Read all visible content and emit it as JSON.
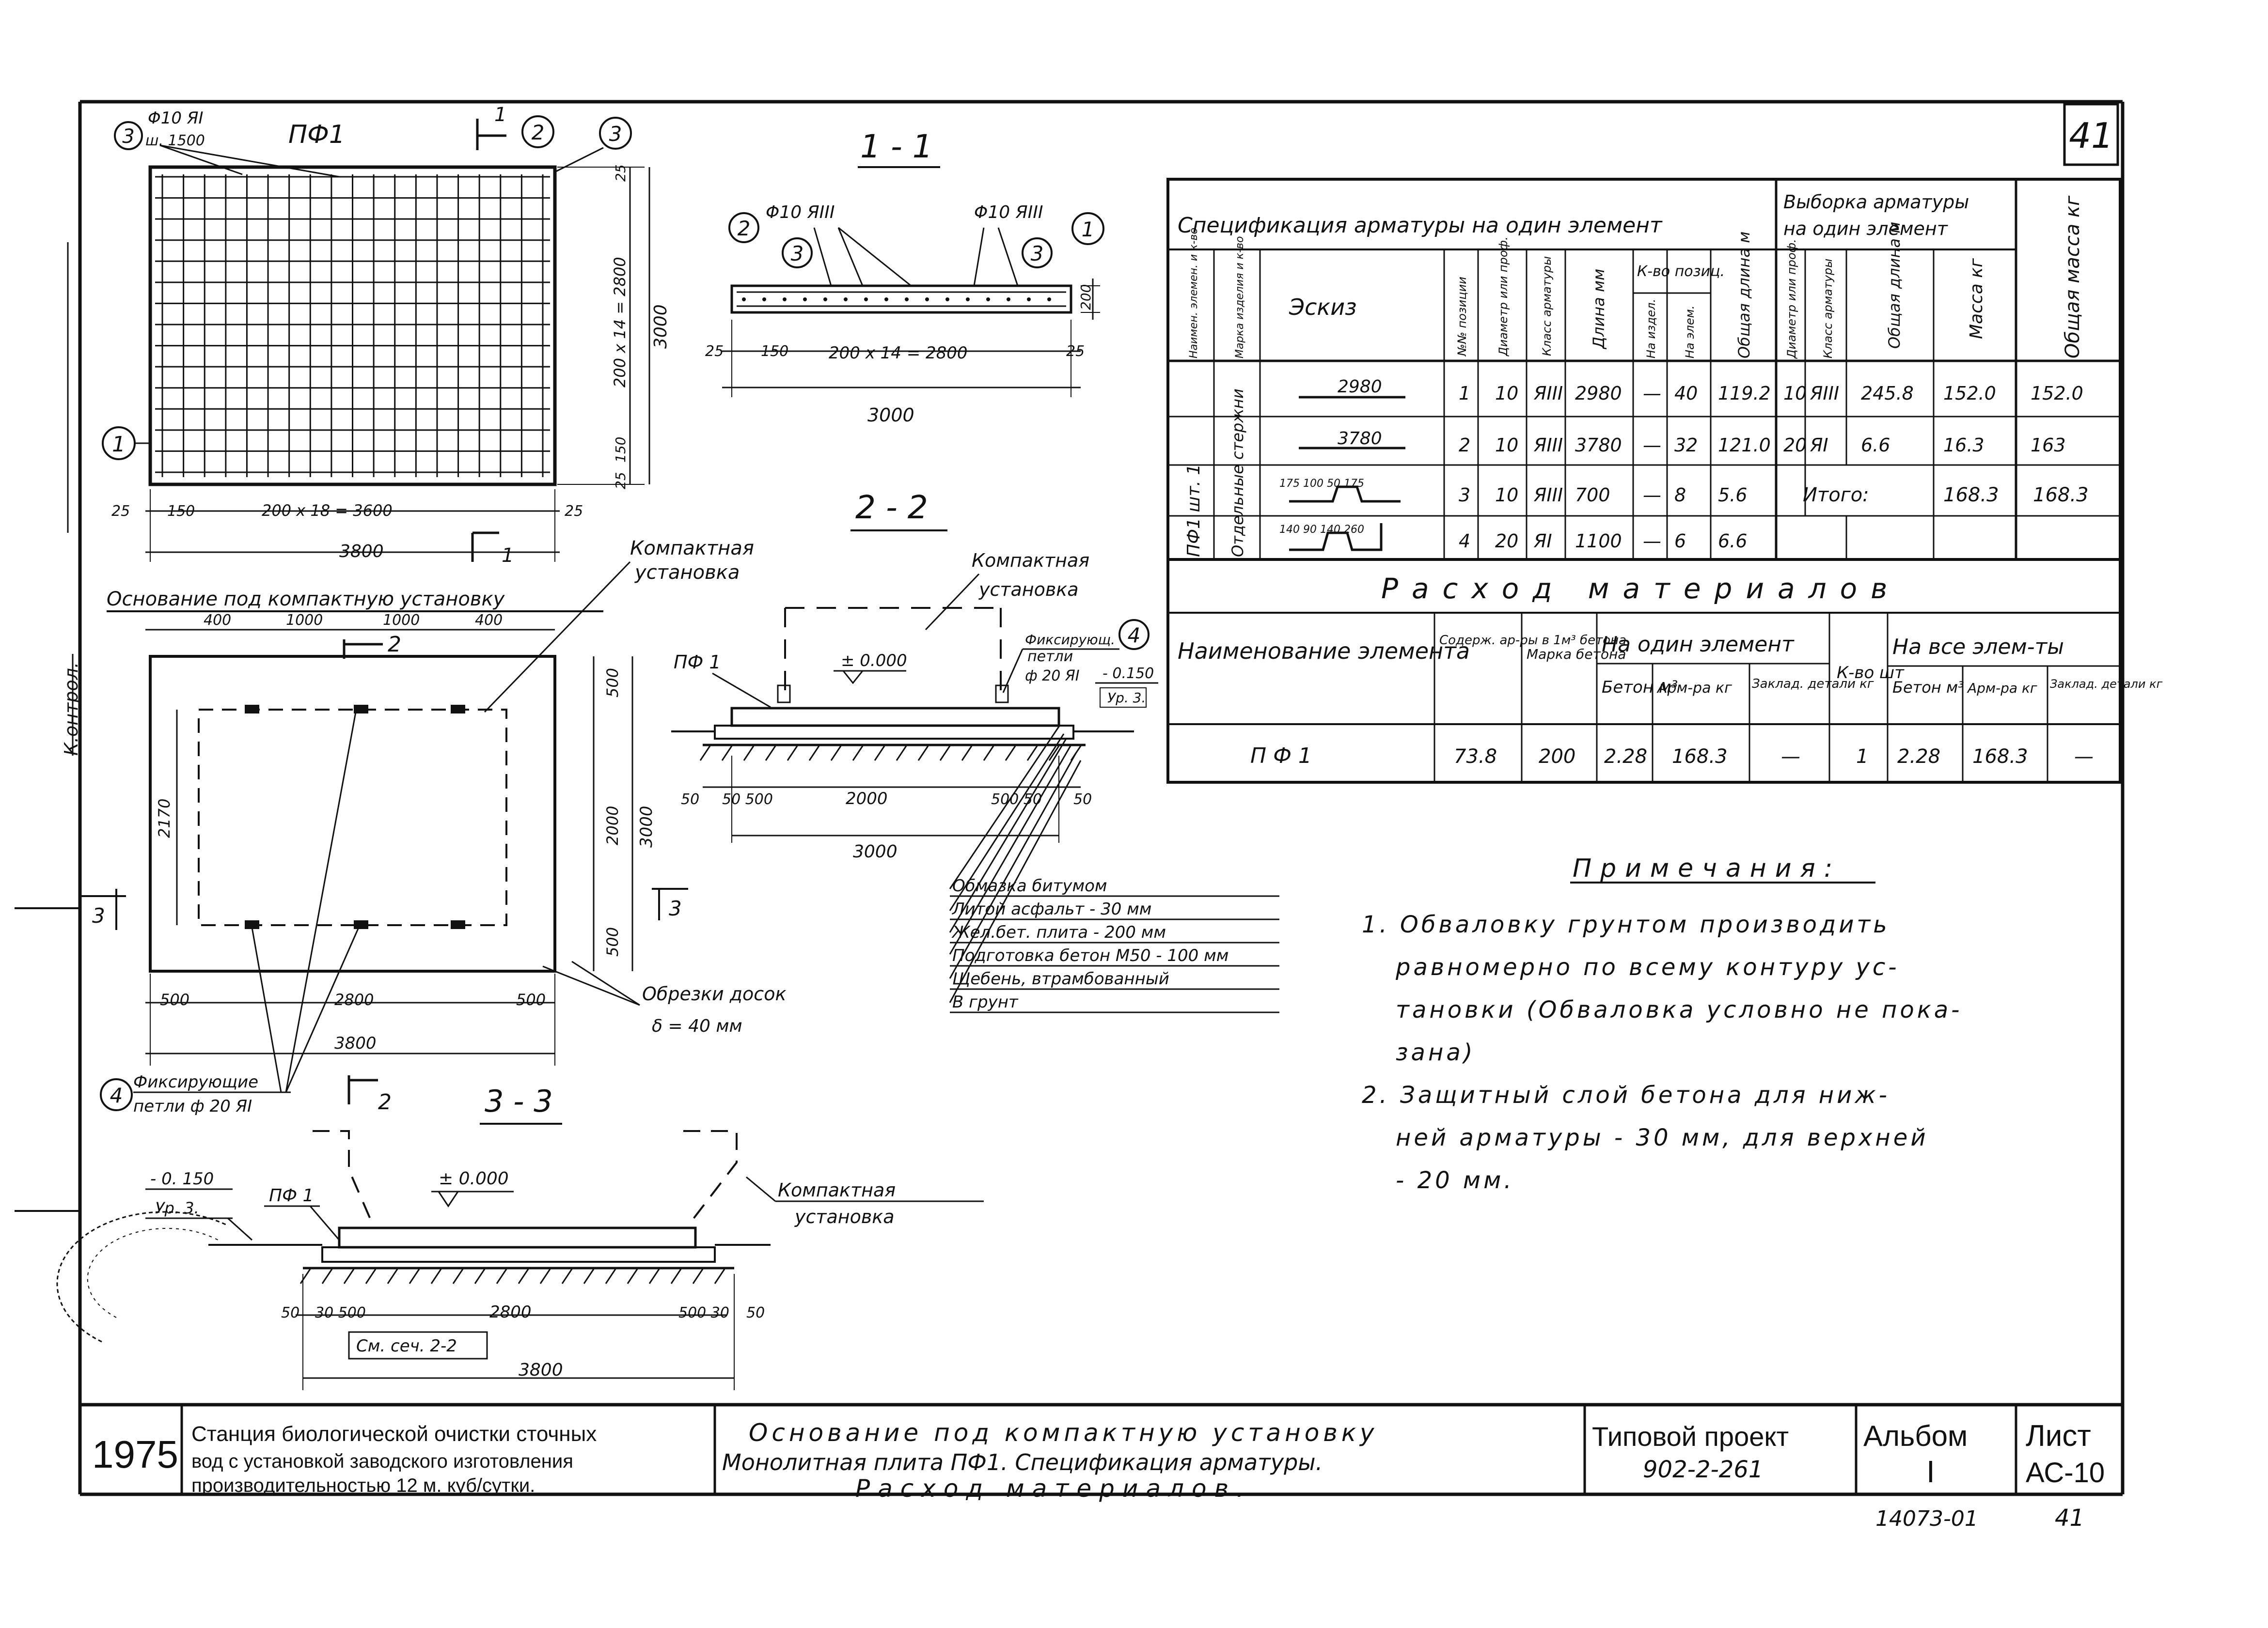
{
  "sheet_number_top": "41",
  "pf1_plan": {
    "title": "ПФ1",
    "section_mark": "1",
    "rebar_label": "Φ10 ЯI",
    "spacing_label": "ш. 1500",
    "callout_1": "1",
    "callout_2": "2",
    "callout_3a": "3",
    "callout_3b": "3",
    "dim_right_top": "25",
    "dim_right_mid": "200 x 14 = 2800",
    "dim_right_total": "3000",
    "dim_right_bottom_150": "150",
    "dim_right_bottom_25": "25",
    "dim_bottom_25a": "25",
    "dim_bottom_150": "150",
    "dim_bottom_mid": "200 x 18 = 3600",
    "dim_bottom_25b": "25",
    "dim_bottom_total": "3800",
    "section_mark_bottom": "1"
  },
  "section_1_1": {
    "title": "1 - 1",
    "bar_left": "Φ10 ЯIII",
    "bar_right": "Φ10 ЯIII",
    "callout_2": "2",
    "callout_3a": "3",
    "callout_3b": "3",
    "callout_1": "1",
    "dim_height": "200",
    "dim_25a": "25",
    "dim_150": "150",
    "dim_mid": "200 x 14 = 2800",
    "dim_25b": "25",
    "dim_total": "3000"
  },
  "base_plan": {
    "title": "Основание под компактную установку",
    "compact_label_1": "Компактная",
    "compact_label_2": "установка",
    "dim_400a": "400",
    "dim_1000a": "1000",
    "dim_1000b": "1000",
    "dim_400b": "400",
    "section_mark_2": "2",
    "dim_500a": "500",
    "dim_2000": "2000",
    "dim_3000": "3000",
    "dim_500b": "500",
    "dim_2170": "2170",
    "section_mark_3_left": "3",
    "section_mark_3_right": "3",
    "dim_bot_500a": "500",
    "dim_bot_2800": "2800",
    "dim_bot_500b": "500",
    "dim_bot_3800": "3800",
    "section_mark_2_bottom": "2",
    "callout_4": "4",
    "fix_loops_1": "Фиксирующие",
    "fix_loops_2": "петли ф 20 ЯI",
    "boards_1": "Обрезки досок",
    "boards_2": "δ = 40 мм"
  },
  "section_2_2": {
    "title": "2 - 2",
    "compact_1": "Компактная",
    "compact_2": "установка",
    "pf1": "ПФ 1",
    "level_0": "± 0.000",
    "callout_4": "4",
    "fix_1": "Фиксирующ.",
    "fix_2": "петли",
    "fix_3": "ф 20 ЯI",
    "level_neg": "- 0.150",
    "level_ur": "Ур. 3.",
    "dim_50a": "50",
    "dim_50_500": "50 500",
    "dim_2000": "2000",
    "dim_500_50": "500 50",
    "dim_50b": "50",
    "dim_total": "3000"
  },
  "layers": [
    "Обмазка битумом",
    "Литой асфальт - 30 мм",
    "Жел.бет. плита - 200 мм",
    "Подготовка бетон М50 - 100 мм",
    "Щебень, втрамбованный",
    "В грунт"
  ],
  "section_3_3": {
    "title": "3 - 3",
    "level_neg": "- 0. 150",
    "level_ur": "Ур. 3.",
    "pf1": "ПФ 1",
    "level_0": "± 0.000",
    "compact_1": "Компактная",
    "compact_2": "установка",
    "dim_50a": "50",
    "dim_30_500": "30 500",
    "dim_2800": "2800",
    "dim_500_30": "500 30",
    "dim_50b": "50",
    "see_section": "См. сеч. 2-2",
    "dim_total": "3800"
  },
  "spec_table": {
    "title": "Спецификация арматуры на один элемент",
    "sample_title_1": "Выборка арматуры",
    "sample_title_2": "на один элемент",
    "total_mass": "Общая масса кг",
    "headers": {
      "element": "Наимен. элемен. и к-во",
      "product": "Марка изделия и к-во",
      "sketch": "Эскиз",
      "pos": "№№ позиции",
      "diam": "Диаметр или проф.",
      "class": "Класс арматуры",
      "length": "Длина мм",
      "per_product": "На издел.",
      "per_element": "На элем.",
      "count_group": "К-во позиц.",
      "total_length": "Общая длина м",
      "s_diam": "Диаметр или проф.",
      "s_class": "Класс арматуры",
      "s_length": "Общая длина м",
      "s_mass": "Масса кг"
    },
    "element_name": "ПФ1 шт. 1",
    "product_name": "Отдельные стержни",
    "rows": [
      {
        "sketch": "2980",
        "pos": "1",
        "diam": "10",
        "cls": "ЯIII",
        "length": "2980",
        "per_product": "—",
        "per_element": "40",
        "total": "119.2"
      },
      {
        "sketch": "3780",
        "pos": "2",
        "diam": "10",
        "cls": "ЯIII",
        "length": "3780",
        "per_product": "—",
        "per_element": "32",
        "total": "121.0"
      },
      {
        "sketch": "175 100 50 175",
        "pos": "3",
        "diam": "10",
        "cls": "ЯIII",
        "length": "700",
        "per_product": "—",
        "per_element": "8",
        "total": "5.6"
      },
      {
        "sketch": "140 90 140 260",
        "pos": "4",
        "diam": "20",
        "cls": "ЯI",
        "length": "1100",
        "per_product": "—",
        "per_element": "6",
        "total": "6.6"
      }
    ],
    "sample_rows": [
      {
        "diam": "10",
        "cls": "ЯIII",
        "length": "245.8",
        "mass": "152.0",
        "total": "152.0"
      },
      {
        "diam": "20",
        "cls": "ЯI",
        "length": "6.6",
        "mass": "16.3",
        "total": "163"
      }
    ],
    "itogo_label": "Итого:",
    "itogo_mass": "168.3",
    "itogo_total": "168.3"
  },
  "materials_table": {
    "title": "Расход материалов",
    "h_name": "Наименование элемента",
    "h_content": "Содерж. ар-ры в 1м³ бетона",
    "h_grade": "Марка бетона",
    "h_per_one": "На один элемент",
    "h_concrete": "Бетон м³",
    "h_rebar": "Арм-ра кг",
    "h_embedded": "Заклад. детали кг",
    "h_qty": "К-во шт",
    "h_all": "На все элем-ты",
    "h_concrete2": "Бетон м³",
    "h_rebar2": "Арм-ра кг",
    "h_embedded2": "Заклад. детали кг",
    "row": {
      "name": "П Ф 1",
      "content": "73.8",
      "grade": "200",
      "concrete": "2.28",
      "rebar": "168.3",
      "embedded": "—",
      "qty": "1",
      "concrete2": "2.28",
      "rebar2": "168.3",
      "embedded2": "—"
    }
  },
  "notes": {
    "title": "Примечания:",
    "lines": [
      "1. Обваловку грунтом производить",
      "равномерно по всему контуру ус-",
      "тановки (Обваловка условно не пока-",
      "зана)",
      "2. Защитный слой бетона для ниж-",
      "ней арматуры - 30 мм, для верхней",
      "- 20 мм."
    ]
  },
  "side_marks": {
    "checked": "К.онтрол."
  },
  "title_block": {
    "year": "1975",
    "project_1": "Станция биологической очистки сточных",
    "project_2": "вод с установкой заводского изготовления",
    "project_3": "производительностью 12 м. куб/сутки.",
    "sheet_title_1": "Основание под компактную установку",
    "sheet_title_2": "Монолитная плита ПФ1. Спецификация арматуры.",
    "sheet_title_3": "Расход материалов.",
    "typical_label": "Типовой проект",
    "typical_number": "902-2-261",
    "album_label": "Альбом",
    "album_number": "I",
    "sheet_label": "Лист",
    "sheet_number": "АС-10",
    "inventory": "14073-01",
    "page": "41"
  }
}
